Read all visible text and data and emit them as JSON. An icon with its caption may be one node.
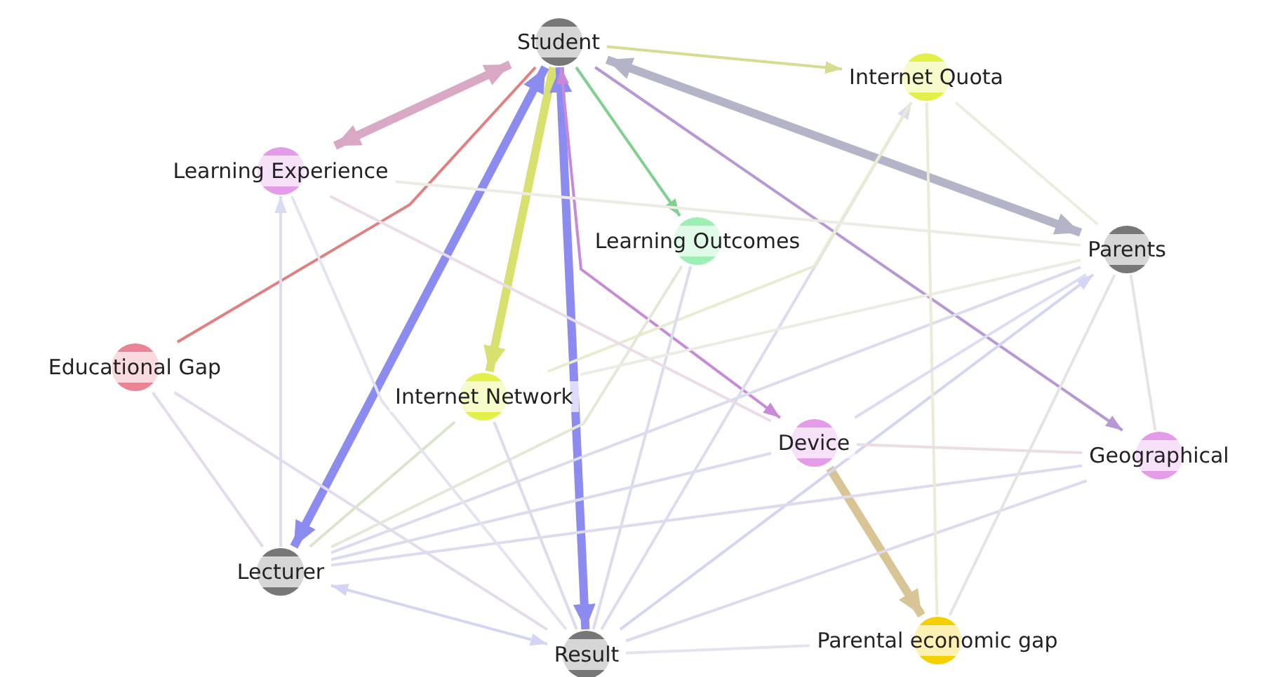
{
  "diagram": {
    "nodes": [
      {
        "text": [
          "Student"
        ]
      },
      {
        "text": [
          "Internet Quota"
        ]
      },
      {
        "text": [
          "Learning Experience"
        ]
      },
      {
        "text": [
          "Learning Outcomes"
        ]
      },
      {
        "text": [
          "Parents"
        ]
      },
      {
        "text": [
          "Educational Gap"
        ]
      },
      {
        "text": [
          "Internet Network"
        ]
      },
      {
        "text": [
          "Device"
        ]
      },
      {
        "text": [
          "Geographical"
        ]
      },
      {
        "text": [
          "Lecturer"
        ]
      },
      {
        "text": [
          "Result"
        ]
      },
      {
        "text": [
          "Parental economic gap"
        ]
      }
    ],
    "edges": [
      {
        "from": 0,
        "to": 1,
        "arrow": "to",
        "color": "#d6dc90"
      },
      {
        "from": 0,
        "to": 2,
        "arrow": "both",
        "style": "thick",
        "color": "#d8a8c4"
      },
      {
        "from": 5,
        "to": 0,
        "arrow": "none",
        "color": "#e08080"
      },
      {
        "from": 0,
        "to": 6,
        "arrow": "to",
        "style": "thick",
        "color": "#d8e070"
      },
      {
        "from": 0,
        "to": 9,
        "arrow": "both",
        "style": "thick",
        "color": "#8c8cf0"
      },
      {
        "from": 0,
        "to": 10,
        "arrow": "both",
        "style": "thick",
        "color": "#8c8cf0"
      },
      {
        "from": 0,
        "to": 4,
        "arrow": "both",
        "style": "thick",
        "color": "#b4b4c8"
      },
      {
        "from": 0,
        "to": 3,
        "arrow": "to",
        "color": "#80d090"
      },
      {
        "from": 0,
        "to": 7,
        "arrow": "both",
        "color": "#c88ad8"
      },
      {
        "from": 7,
        "to": 11,
        "arrow": "to",
        "style": "thick",
        "color": "#d8c494"
      },
      {
        "from": 0,
        "to": 8,
        "arrow": "to",
        "color": "#b898d4"
      },
      {
        "from": 9,
        "to": 2,
        "arrow": "to",
        "color": "#dcdcf0"
      },
      {
        "from": 9,
        "to": 10,
        "arrow": "both",
        "color": "#d4d4f4"
      },
      {
        "from": 5,
        "to": 9,
        "arrow": "none",
        "color": "#e4dcec"
      },
      {
        "from": 5,
        "to": 10,
        "arrow": "none",
        "color": "#e4dcec"
      },
      {
        "from": 10,
        "to": 1,
        "arrow": "to",
        "color": "#dcdcf0"
      },
      {
        "from": 9,
        "to": 4,
        "arrow": "none",
        "color": "#dcdcf0"
      },
      {
        "from": 10,
        "to": 4,
        "arrow": "to",
        "color": "#d4d4f4"
      },
      {
        "from": 9,
        "to": 8,
        "arrow": "none",
        "color": "#e0daf0"
      },
      {
        "from": 10,
        "to": 8,
        "arrow": "none",
        "color": "#e0daf0"
      },
      {
        "from": 9,
        "to": 7,
        "arrow": "none",
        "color": "#dcdcf0"
      },
      {
        "from": 6,
        "to": 1,
        "arrow": "none",
        "color": "#e8ecd0"
      },
      {
        "from": 9,
        "to": 3,
        "arrow": "none",
        "color": "#e4e8d8"
      },
      {
        "from": 10,
        "to": 3,
        "arrow": "none",
        "color": "#dcdcec"
      },
      {
        "from": 11,
        "to": 1,
        "arrow": "none",
        "color": "#ecebd8"
      },
      {
        "from": 11,
        "to": 4,
        "arrow": "none",
        "color": "#e4e4e4"
      },
      {
        "from": 8,
        "to": 4,
        "arrow": "none",
        "color": "#e4e4e4"
      },
      {
        "from": 7,
        "to": 8,
        "arrow": "none",
        "color": "#ecdce4"
      },
      {
        "from": 1,
        "to": 4,
        "arrow": "none",
        "color": "#ecece0"
      },
      {
        "from": 10,
        "to": 6,
        "arrow": "none",
        "color": "#dcdcec"
      },
      {
        "from": 9,
        "to": 6,
        "arrow": "none",
        "color": "#dce4cc"
      },
      {
        "from": 2,
        "to": 7,
        "arrow": "none",
        "color": "#ecdce8"
      },
      {
        "from": 2,
        "to": 10,
        "arrow": "none",
        "color": "#e4e4f0"
      },
      {
        "from": 2,
        "to": 4,
        "arrow": "none",
        "color": "#ecece4"
      },
      {
        "from": 6,
        "to": 4,
        "arrow": "none",
        "color": "#ecece4"
      },
      {
        "from": 7,
        "to": 4,
        "arrow": "none",
        "color": "#dcdcf4"
      },
      {
        "from": 10,
        "to": 11,
        "arrow": "none",
        "color": "#e4e4f0"
      }
    ]
  }
}
